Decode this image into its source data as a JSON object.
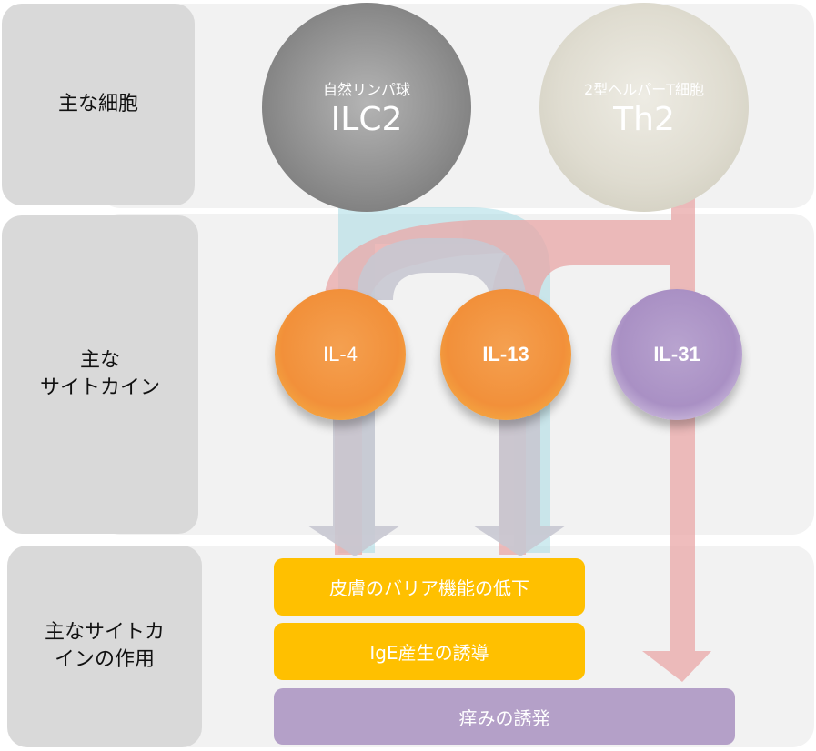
{
  "rows": {
    "cells_label": "主な細胞",
    "cytokines_label_line1": "主な",
    "cytokines_label_line2": "サイトカイン",
    "effects_label_line1": "主なサイトカ",
    "effects_label_line2": "インの作用"
  },
  "cells": {
    "ilc2": {
      "sub": "自然リンパ球",
      "name": "ILC2"
    },
    "th2": {
      "sub": "2型ヘルパーT細胞",
      "name": "Th2"
    }
  },
  "cytokines": {
    "il4": "IL-4",
    "il13": "IL-13",
    "il31": "IL-31"
  },
  "effects": {
    "barrier": "皮膚のバリア機能の低下",
    "ige": "IgE産生の誘導",
    "itch": "痒みの誘発"
  },
  "colors": {
    "flow_ilc2": "#a8dbe4",
    "flow_th2": "#e9a7a7",
    "flow_gray": "#c8c8d2",
    "orange": "#f39c3c",
    "purple": "#b29ccb",
    "effect_yellow": "#ffc000",
    "effect_purple": "#b4a0c8"
  }
}
